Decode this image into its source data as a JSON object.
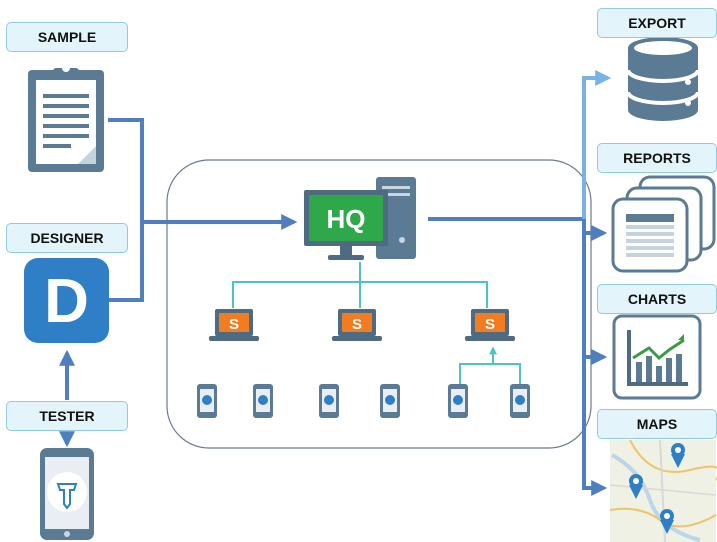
{
  "labels": {
    "sample": "SAMPLE",
    "designer": "DESIGNER",
    "tester": "TESTER",
    "export": "EXPORT",
    "reports": "REPORTS",
    "charts": "CHARTS",
    "maps": "MAPS"
  },
  "hq_text": "HQ",
  "designer_logo_letter": "D",
  "server_letter": "S",
  "colors": {
    "primary_blue": "#4f7fbf",
    "export_arrow": "#79b3e6",
    "teal": "#4cc4c4",
    "orange": "#f27d21",
    "hq_green": "#2fa84b",
    "label_bg": "#e3f5fa",
    "label_border": "#8ecbdc",
    "icon_slate": "#5b7a94",
    "chart_green": "#3a9b45"
  },
  "icons": {
    "sample": "clipboard-icon",
    "designer": "designer-logo-icon",
    "tester": "mobile-app-icon",
    "hq": "desktop-computer-icon",
    "servers": "laptop-server-icon",
    "devices": "mobile-device-icon",
    "export": "database-icon",
    "reports": "report-pages-icon",
    "charts": "bar-chart-icon",
    "maps": "map-icon"
  }
}
